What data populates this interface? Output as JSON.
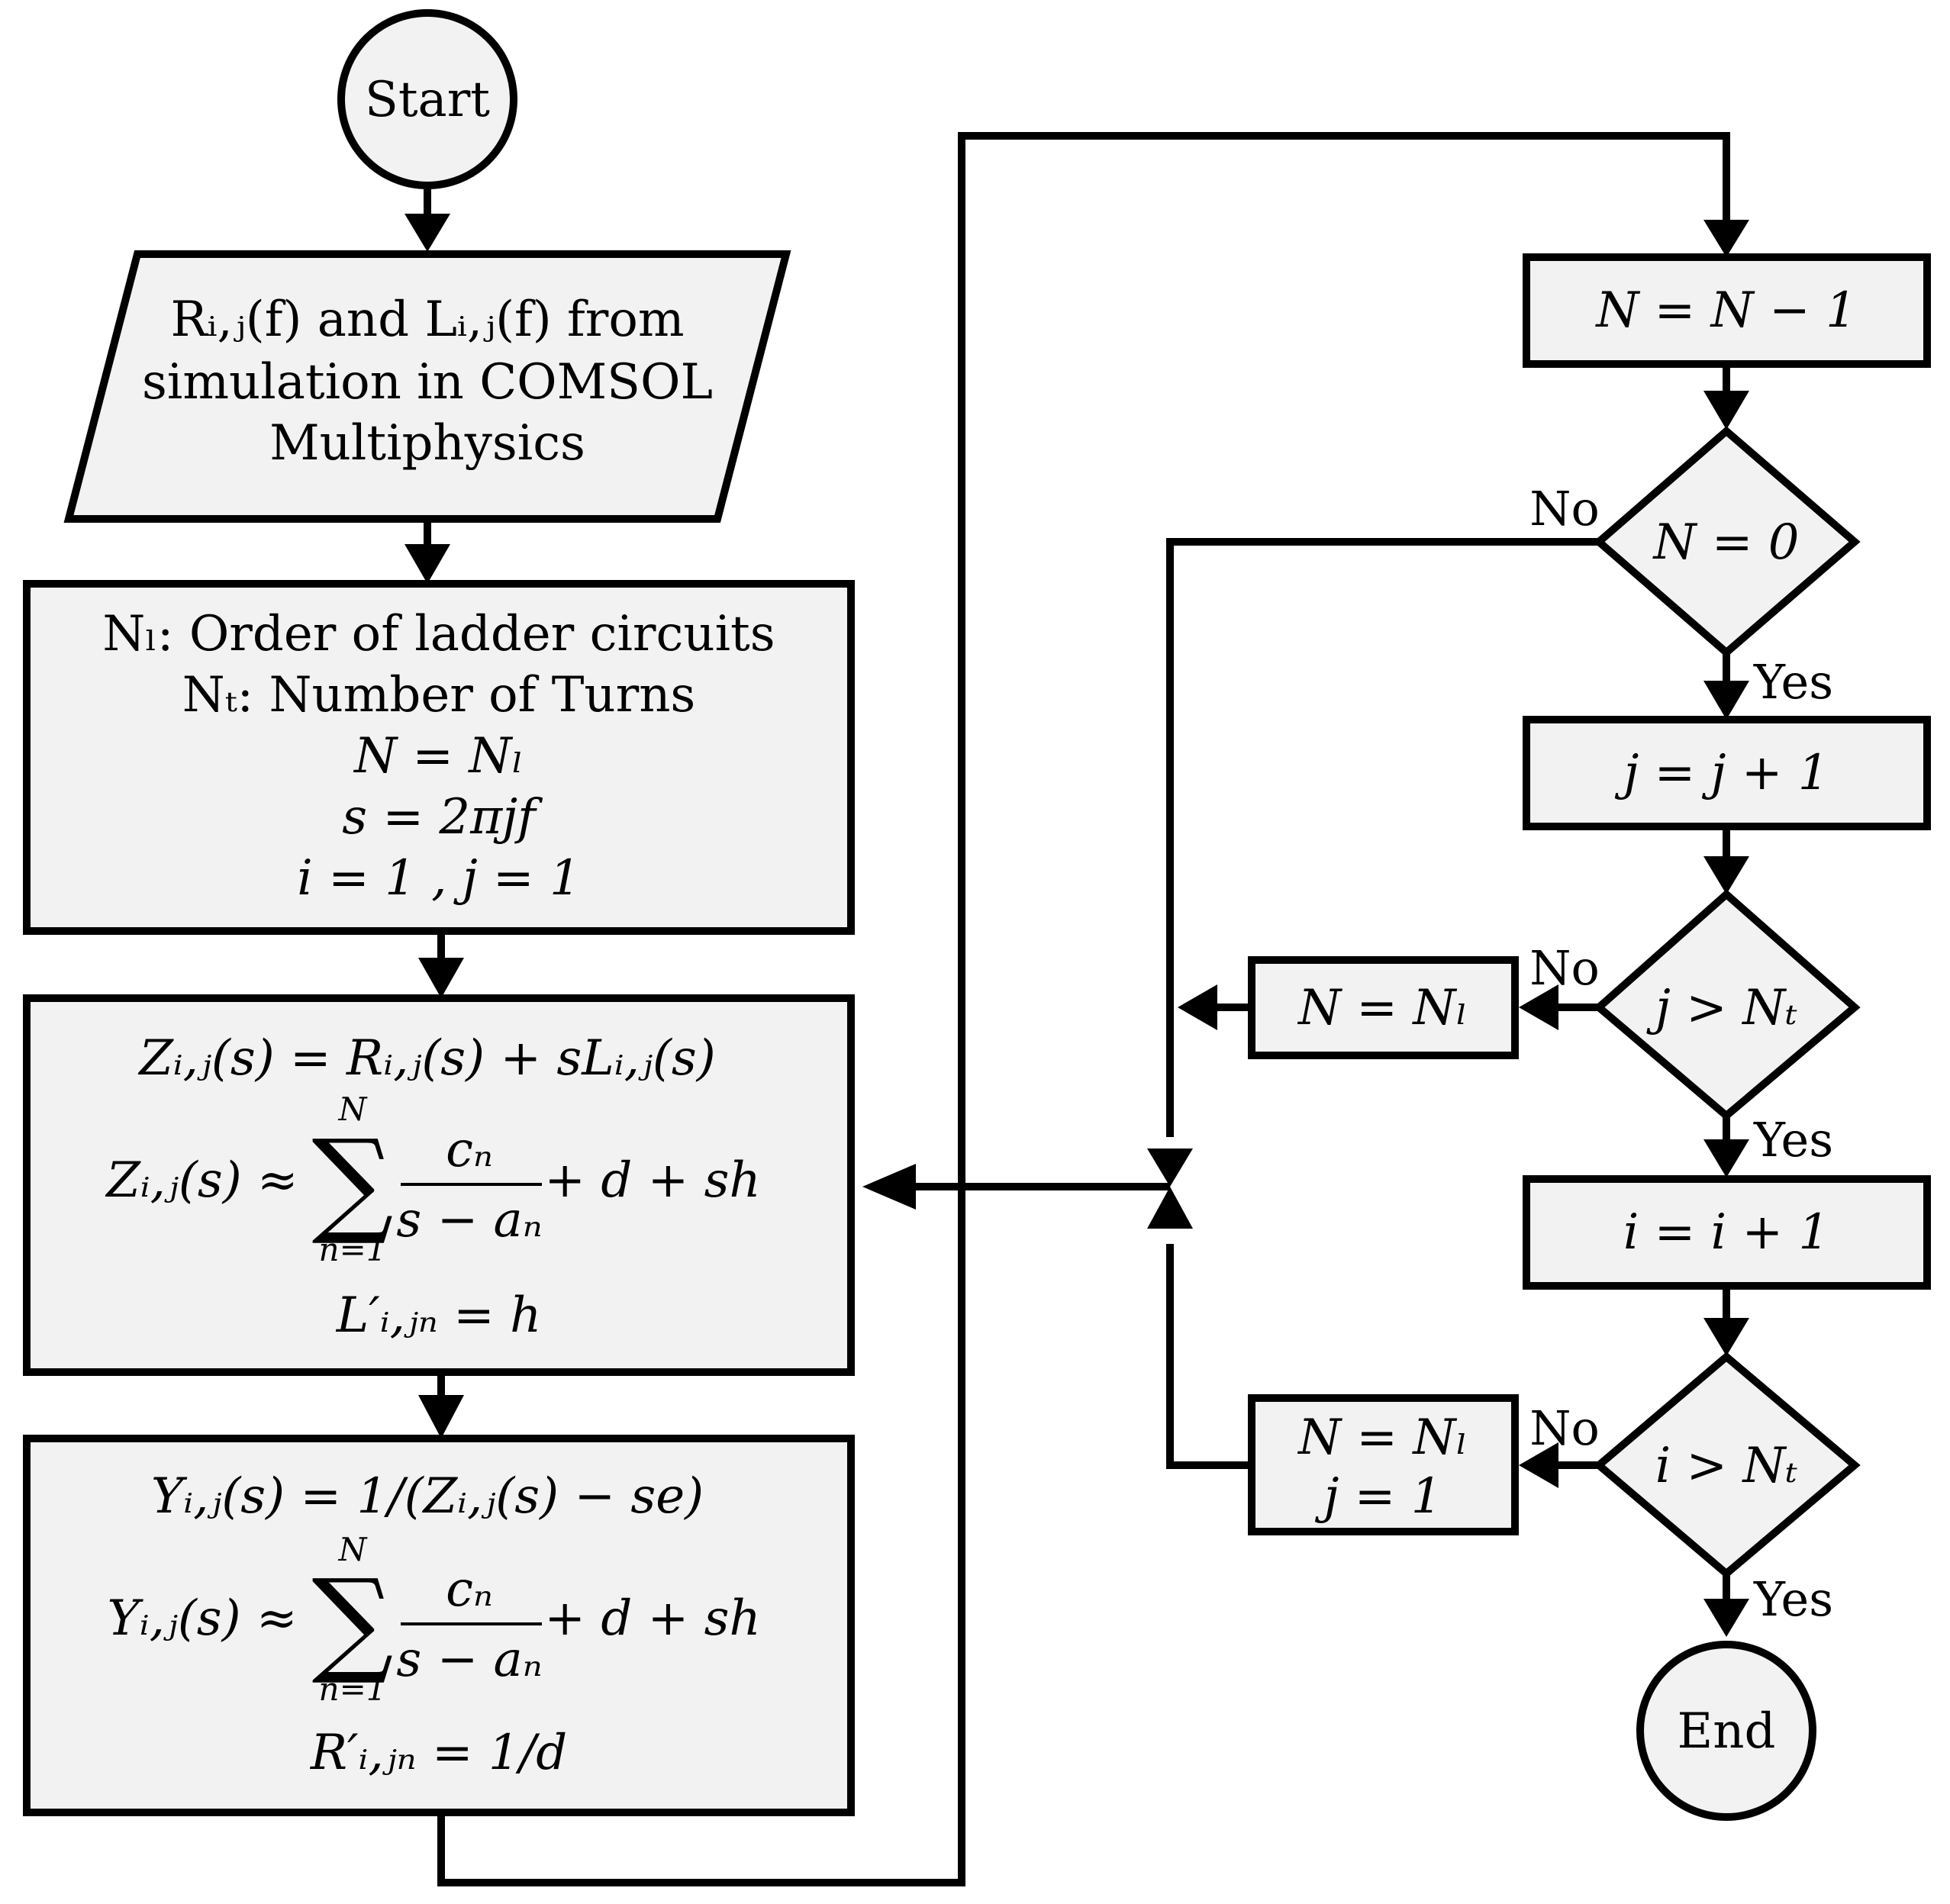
{
  "start": "Start",
  "end": "End",
  "input": [
    "Rᵢ,ⱼ(f) and Lᵢ,ⱼ(f) from",
    "simulation in COMSOL",
    "Multiphysics"
  ],
  "init": [
    "Nₗ: Order of ladder circuits",
    "Nₜ: Number of Turns",
    "N = Nₗ",
    "s = 2πjf",
    "i = 1 , j = 1"
  ],
  "zfit": {
    "line1": "Zᵢ,ⱼ(s) = Rᵢ,ⱼ(s) + sLᵢ,ⱼ(s)",
    "lhs": "Zᵢ,ⱼ(s) ≈",
    "sum": "∑",
    "upper": "N",
    "lower": "n=1",
    "num": "cₙ",
    "den": "s − aₙ",
    "tail": "+ d + sh",
    "result": "L′ᵢ,ⱼₙ = h"
  },
  "yfit": {
    "line1": "Yᵢ,ⱼ(s) = 1/(Zᵢ,ⱼ(s) − se)",
    "lhs": "Yᵢ,ⱼ(s) ≈",
    "sum": "∑",
    "upper": "N",
    "lower": "n=1",
    "num": "cₙ",
    "den": "s − aₙ",
    "tail": "+ d + sh",
    "result": "R′ᵢ,ⱼₙ = 1/d"
  },
  "dec_n": "N = N − 1",
  "cond_n": "N = 0",
  "inc_j": "j = j + 1",
  "cond_j": "j > Nₜ",
  "reset_n": "N = Nₗ",
  "inc_i": "i = i + 1",
  "cond_i": "i > Nₜ",
  "reset_nj": [
    "N = Nₗ",
    "j = 1"
  ],
  "labels": {
    "no": "No",
    "yes": "Yes"
  }
}
